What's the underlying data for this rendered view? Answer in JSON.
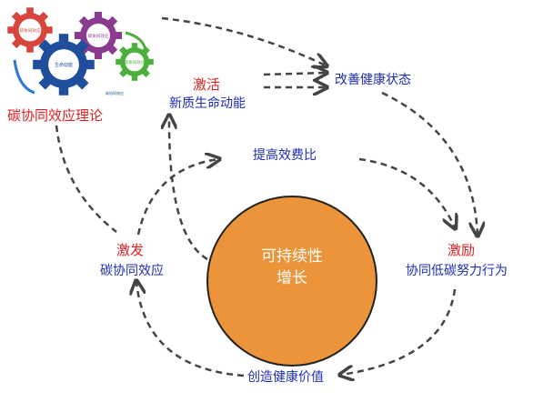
{
  "gears": {
    "top_left": "碳协同效应",
    "top_middle": "碳协同效应",
    "center": "生命动能",
    "right": "碳协同效应",
    "bottom": "碳协同效应"
  },
  "theory": "碳协同效应理论",
  "activate": {
    "heading": "激活",
    "text": "新质生命动能"
  },
  "improve": "改善健康状态",
  "efficiency": "提高效费比",
  "incentive": {
    "heading": "激励",
    "text": "协同低碳努力行为"
  },
  "trigger": {
    "heading": "激发",
    "text": "碳协同效应"
  },
  "value": "创造健康价值",
  "center": {
    "line1": "可持续性",
    "line2": "增长"
  },
  "colors": {
    "heading": "#e01f1f",
    "text": "#1d2db8",
    "circle": "#ec9439",
    "arrow": "#444444"
  }
}
